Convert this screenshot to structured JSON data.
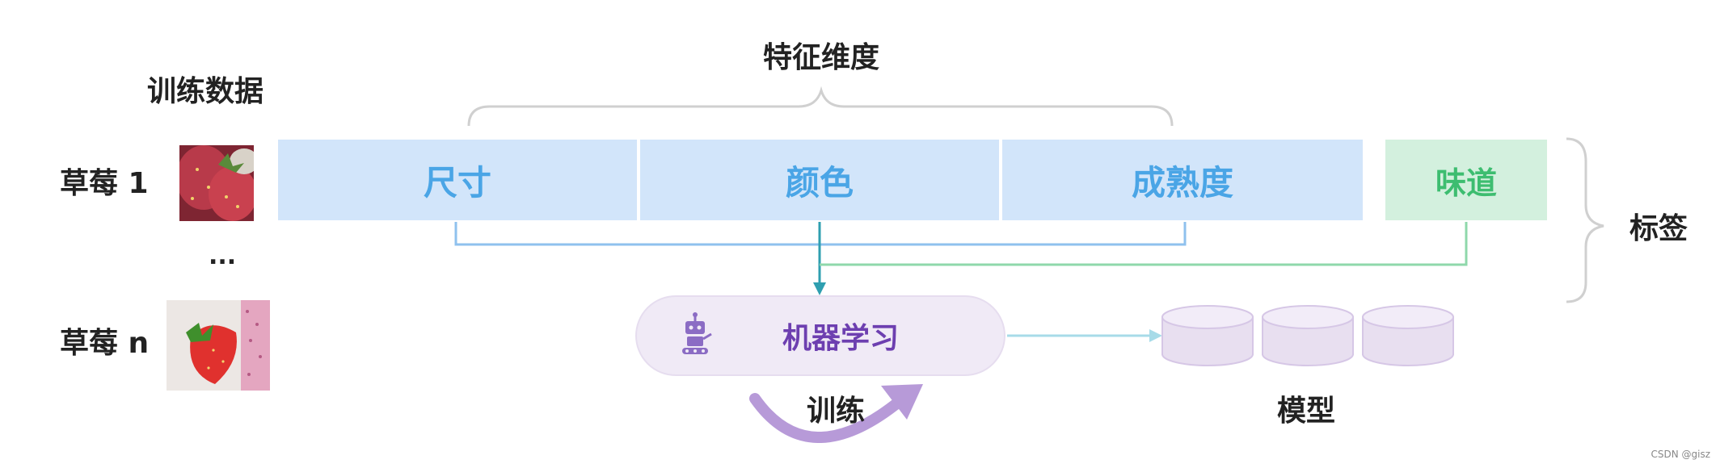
{
  "training_data_title": "训练数据",
  "feature_dim_title": "特征维度",
  "rows": [
    {
      "label": "草莓 1"
    },
    {
      "label": "..."
    },
    {
      "label": "草莓 n"
    }
  ],
  "features": [
    "尺寸",
    "颜色",
    "成熟度"
  ],
  "target": "味道",
  "label_text": "标签",
  "ml_label": "机器学习",
  "train_label": "训练",
  "model_label": "模型",
  "watermark": "CSDN @gisz",
  "colors": {
    "feature_fill": "#d2e5fa",
    "feature_text": "#4aa5e6",
    "label_fill": "#d3f0de",
    "label_text": "#3dbd70",
    "ml_fill": "#f0eaf6",
    "ml_text": "#6d3fb0",
    "model_fill": "#e8dff0",
    "arrow_purple": "#b79ad8"
  }
}
